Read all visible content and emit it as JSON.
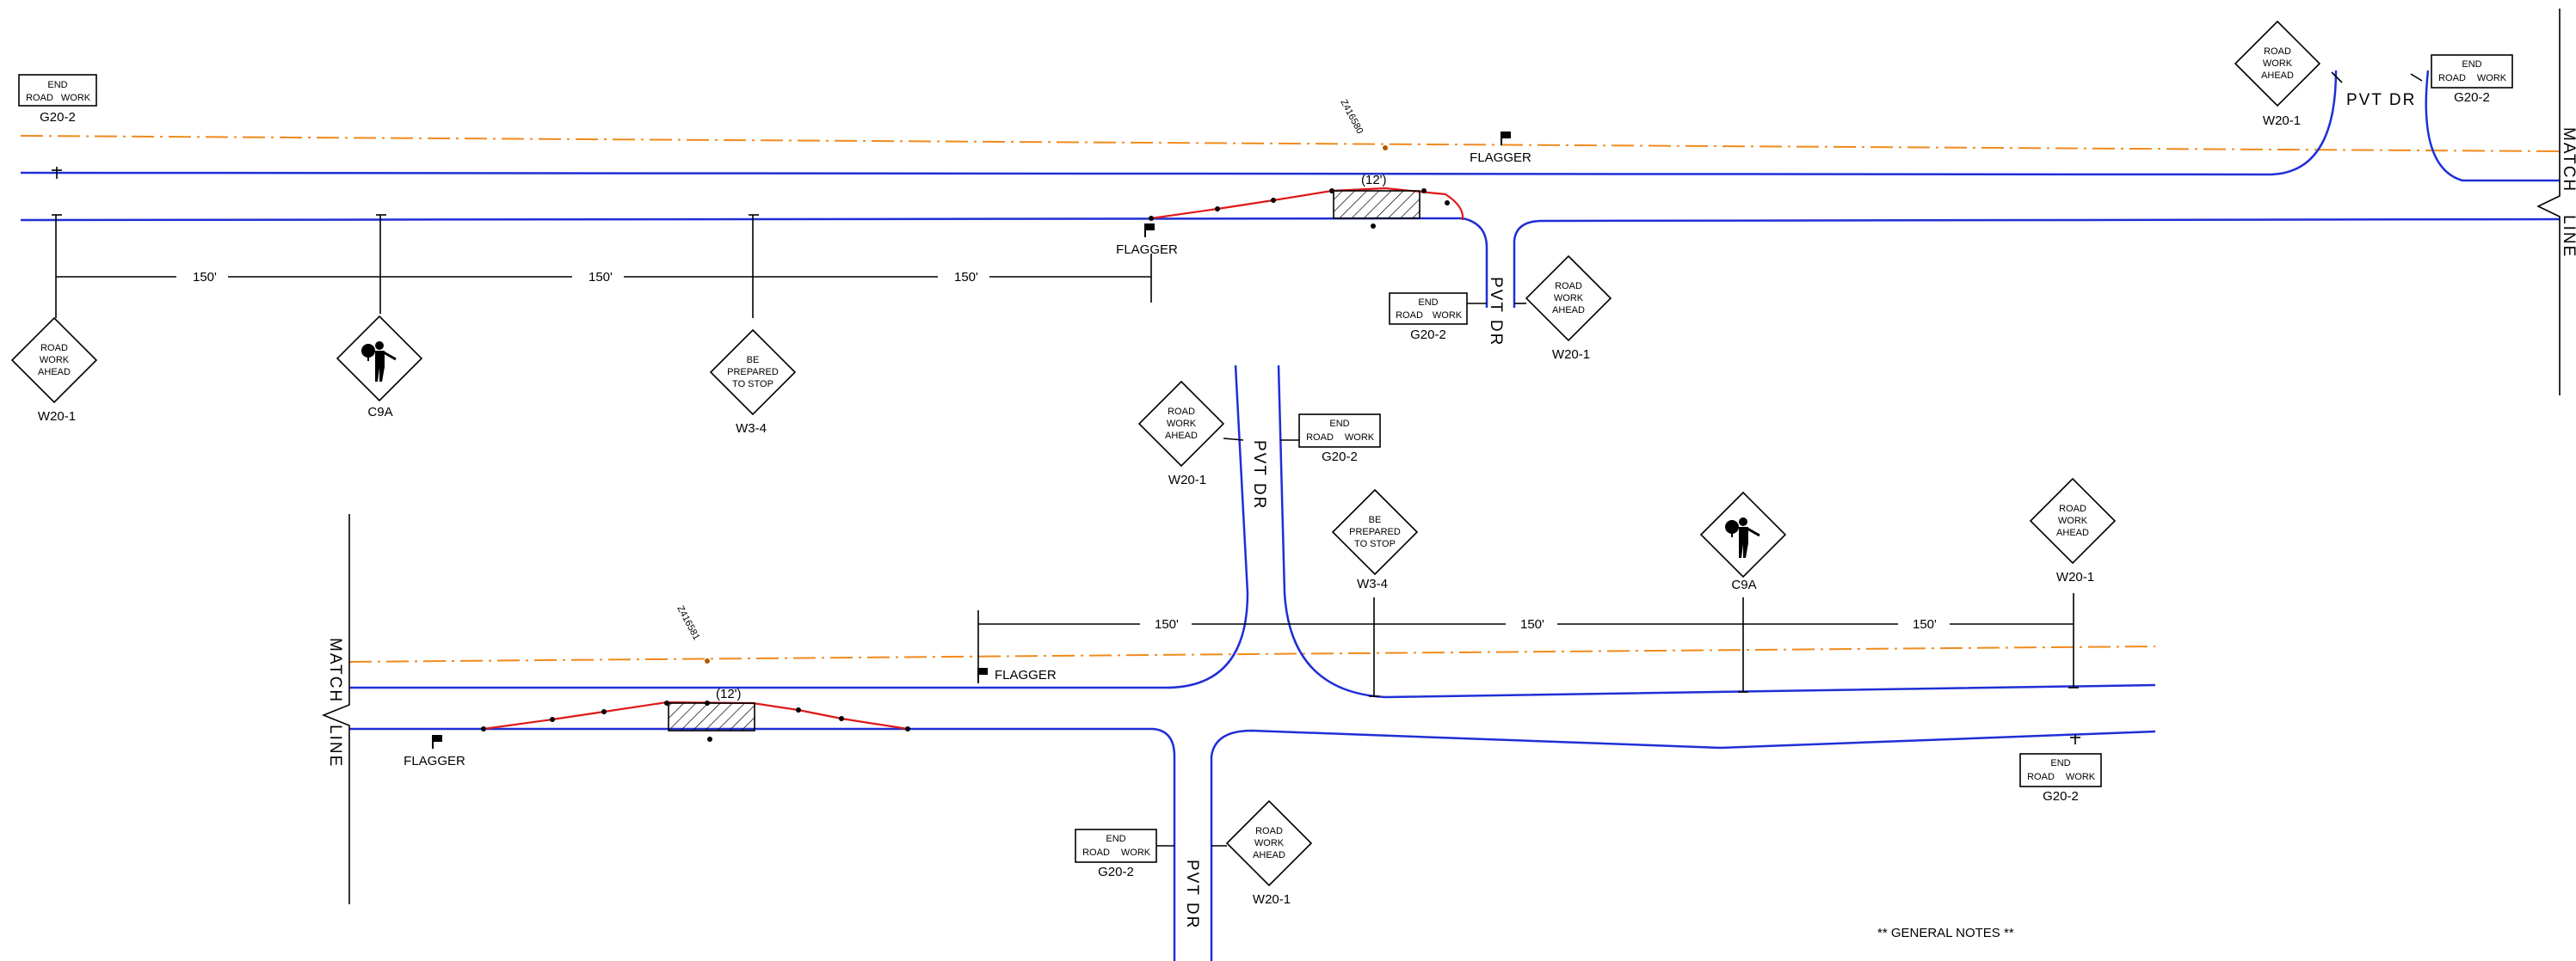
{
  "sign_text": {
    "end_top": "END",
    "end_road": "ROAD",
    "end_work": "WORK",
    "rwa_1": "ROAD",
    "rwa_2": "WORK",
    "rwa_3": "AHEAD",
    "bp_1": "BE",
    "bp_2": "PREPARED",
    "bp_3": "TO STOP"
  },
  "sign_codes": {
    "end_road_work": "G20-2",
    "road_work_ahead": "W20-1",
    "be_prepared": "W3-4",
    "flagger_sign": "C9A"
  },
  "labels": {
    "flagger": "FLAGGER",
    "road_name": "PVT DR",
    "match": "MATCH",
    "line": "LINE",
    "spacing": "150'",
    "work_width": "(12')",
    "pole_top": "Z416580",
    "pole_bottom": "Z416581",
    "general_notes": "** GENERAL NOTES **"
  },
  "colors": {
    "road_edge": "#1f2fd6",
    "centerline": "#f08a1c",
    "taper": "#e01818",
    "linework": "#000000"
  }
}
